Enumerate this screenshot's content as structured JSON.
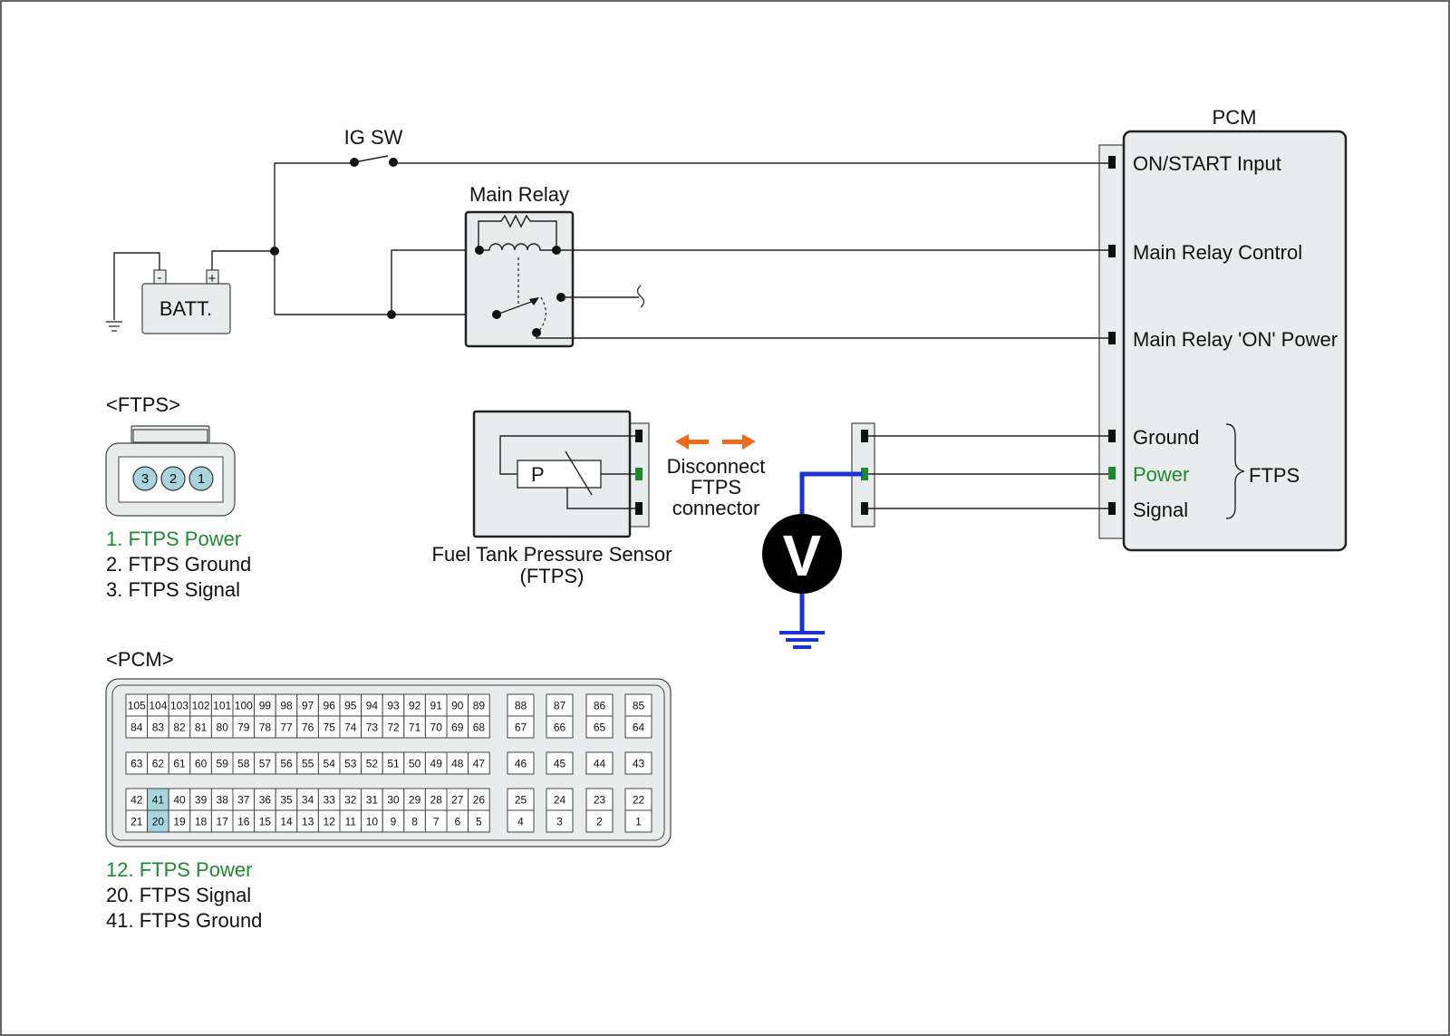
{
  "labels": {
    "ig_sw": "IG SW",
    "main_relay": "Main Relay",
    "battery": "BATT.",
    "battery_neg": "-",
    "battery_pos": "+",
    "pcm": "PCM",
    "sensor_name": "Fuel Tank Pressure Sensor",
    "sensor_abbr": "(FTPS)",
    "sensor_p": "P",
    "disconnect_line1": "Disconnect",
    "disconnect_line2": "FTPS",
    "disconnect_line3": "connector",
    "meter": "V",
    "ftps_brace": "FTPS"
  },
  "pcm_terminals": [
    {
      "label": "ON/START Input",
      "highlight": false
    },
    {
      "label": "Main Relay Control",
      "highlight": false
    },
    {
      "label": "Main Relay 'ON' Power",
      "highlight": false
    },
    {
      "label": "Ground",
      "highlight": false
    },
    {
      "label": "Power",
      "highlight": true
    },
    {
      "label": "Signal",
      "highlight": false
    }
  ],
  "ftps_connector": {
    "title": "<FTPS>",
    "pins": [
      "3",
      "2",
      "1"
    ],
    "legend": [
      {
        "text": "1. FTPS Power",
        "highlight": true
      },
      {
        "text": "2. FTPS Ground",
        "highlight": false
      },
      {
        "text": "3. FTPS Signal",
        "highlight": false
      }
    ]
  },
  "pcm_connector": {
    "title": "<PCM>",
    "rows": [
      [
        "105",
        "104",
        "103",
        "102",
        "101",
        "100",
        "99",
        "98",
        "97",
        "96",
        "95",
        "94",
        "93",
        "92",
        "91",
        "90",
        "89"
      ],
      [
        "84",
        "83",
        "82",
        "81",
        "80",
        "79",
        "78",
        "77",
        "76",
        "75",
        "74",
        "73",
        "72",
        "71",
        "70",
        "69",
        "68"
      ],
      [
        "63",
        "62",
        "61",
        "60",
        "59",
        "58",
        "57",
        "56",
        "55",
        "54",
        "53",
        "52",
        "51",
        "50",
        "49",
        "48",
        "47"
      ],
      [
        "42",
        "41",
        "40",
        "39",
        "38",
        "37",
        "36",
        "35",
        "34",
        "33",
        "32",
        "31",
        "30",
        "29",
        "28",
        "27",
        "26"
      ],
      [
        "21",
        "20",
        "19",
        "18",
        "17",
        "16",
        "15",
        "14",
        "13",
        "12",
        "11",
        "10",
        "9",
        "8",
        "7",
        "6",
        "5"
      ]
    ],
    "columns": [
      [
        "88",
        "67",
        "46",
        "25",
        "4"
      ],
      [
        "87",
        "66",
        "45",
        "24",
        "3"
      ],
      [
        "86",
        "65",
        "44",
        "23",
        "2"
      ],
      [
        "85",
        "64",
        "43",
        "22",
        "1"
      ]
    ],
    "highlighted_pins": [
      "41",
      "20"
    ],
    "legend": [
      {
        "text": "12. FTPS Power",
        "highlight": true
      },
      {
        "text": "20. FTPS Signal",
        "highlight": false
      },
      {
        "text": "41. FTPS Ground",
        "highlight": false
      }
    ]
  },
  "colors": {
    "highlight_text": "#1e8a2e",
    "meter_wire": "#1a33d6",
    "arrow": "#f06a1c",
    "pin_highlight": "#a8d4dc",
    "component_fill": "#e9ecec"
  }
}
